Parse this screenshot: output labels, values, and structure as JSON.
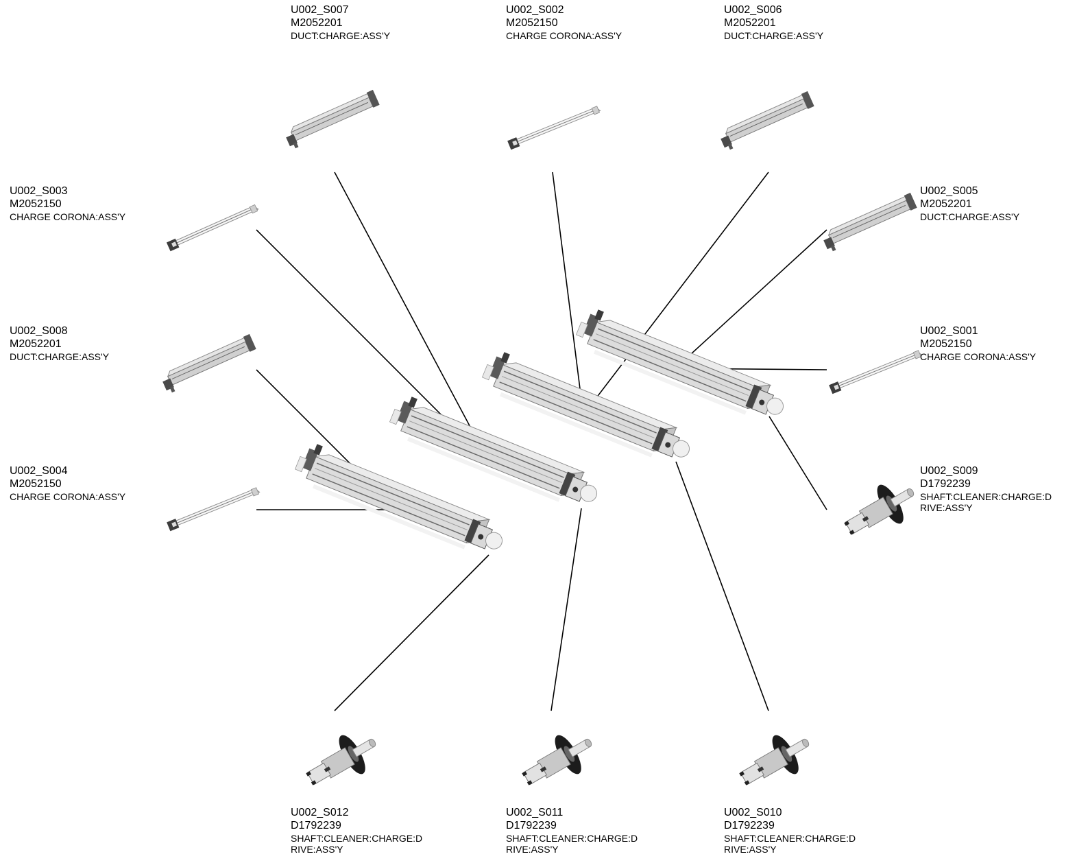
{
  "colors": {
    "metal_light": "#e4e4e4",
    "metal_mid": "#b9b9b9",
    "metal_dark": "#5e5e5e",
    "leader": "#000000",
    "disc": "#1a1a1a"
  },
  "parts": [
    {
      "code": "U002_S007",
      "pn": "M2052201",
      "desc": [
        "DUCT:CHARGE:ASS'Y"
      ]
    },
    {
      "code": "U002_S002",
      "pn": "M2052150",
      "desc": [
        "CHARGE CORONA:ASS'Y"
      ]
    },
    {
      "code": "U002_S006",
      "pn": "M2052201",
      "desc": [
        "DUCT:CHARGE:ASS'Y"
      ]
    },
    {
      "code": "U002_S003",
      "pn": "M2052150",
      "desc": [
        "CHARGE CORONA:ASS'Y"
      ]
    },
    {
      "code": "U002_S005",
      "pn": "M2052201",
      "desc": [
        "DUCT:CHARGE:ASS'Y"
      ]
    },
    {
      "code": "U002_S008",
      "pn": "M2052201",
      "desc": [
        "DUCT:CHARGE:ASS'Y"
      ]
    },
    {
      "code": "U002_S001",
      "pn": "M2052150",
      "desc": [
        "CHARGE CORONA:ASS'Y"
      ]
    },
    {
      "code": "U002_S004",
      "pn": "M2052150",
      "desc": [
        "CHARGE CORONA:ASS'Y"
      ]
    },
    {
      "code": "U002_S009",
      "pn": "D1792239",
      "desc": [
        "SHAFT:CLEANER:CHARGE:D",
        "RIVE:ASS'Y"
      ]
    },
    {
      "code": "U002_S012",
      "pn": "D1792239",
      "desc": [
        "SHAFT:CLEANER:CHARGE:D",
        "RIVE:ASS'Y"
      ]
    },
    {
      "code": "U002_S011",
      "pn": "D1792239",
      "desc": [
        "SHAFT:CLEANER:CHARGE:D",
        "RIVE:ASS'Y"
      ]
    },
    {
      "code": "U002_S010",
      "pn": "D1792239",
      "desc": [
        "SHAFT:CLEANER:CHARGE:D",
        "RIVE:ASS'Y"
      ]
    }
  ]
}
